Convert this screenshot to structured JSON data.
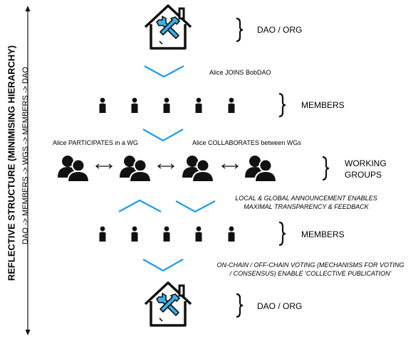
{
  "side": {
    "title": "REFLECTIVE STRUCTURE (MINIMISING HIERARCHY)",
    "subtitle": "DAO -> MEMBERS -> WGS -> MEMBERS -> DAO"
  },
  "levels": {
    "dao_top": "DAO / ORG",
    "members_top": "MEMBERS",
    "working_groups_line1": "WORKING",
    "working_groups_line2": "GROUPS",
    "members_bottom": "MEMBERS",
    "dao_bottom": "DAO / ORG"
  },
  "annotations": {
    "join": "Alice JOINS BobDAO",
    "participates": "Alice PARTICIPATES in a WG",
    "collaborates": "Alice COLLABORATES between WGs",
    "announcement_line1": "LOCAL & GLOBAL ANNOUNCEMENT ENABLES",
    "announcement_line2": "MAXIMAL TRANSPARENCY & FEEDBACK",
    "voting_line1": "ON-CHAIN / OFF-CHAIN VOTING (MECHANISMS FOR VOTING",
    "voting_line2": "/ CONSENSUS) ENABLE 'COLLECTIVE PUBLICATION'"
  },
  "colors": {
    "accent": "#1a9be6",
    "ink": "#111111"
  },
  "icons": [
    "house-tools-icon",
    "person-icon",
    "group-icon",
    "double-arrow-icon",
    "curly-brace-icon"
  ]
}
